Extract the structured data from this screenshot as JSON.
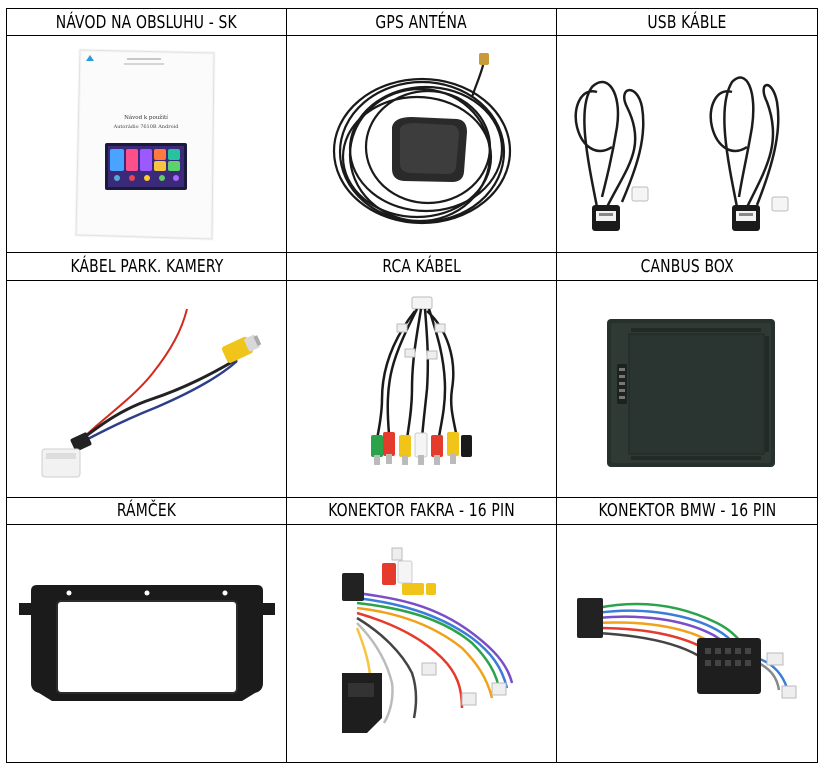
{
  "items": [
    {
      "title": "NÁVOD NA OBSLUHU - SK",
      "icon": "manual-document-icon",
      "doc_lines": [
        "Návod k použití",
        "Autorádio 7610B Android"
      ]
    },
    {
      "title": "GPS ANTÉNA",
      "icon": "gps-antenna-icon"
    },
    {
      "title": "USB KÁBLE",
      "icon": "usb-cables-icon"
    },
    {
      "title": "KÁBEL PARK. KAMERY",
      "icon": "parking-camera-cable-icon"
    },
    {
      "title": "RCA KÁBEL",
      "icon": "rca-cable-icon"
    },
    {
      "title": "CANBUS BOX",
      "icon": "canbus-box-icon"
    },
    {
      "title": "RÁMČEK",
      "icon": "frame-bezel-icon"
    },
    {
      "title": "KONEKTOR FAKRA - 16 PIN",
      "icon": "fakra-connector-icon"
    },
    {
      "title": "KONEKTOR BMW - 16 PIN",
      "icon": "bmw-connector-icon"
    }
  ]
}
